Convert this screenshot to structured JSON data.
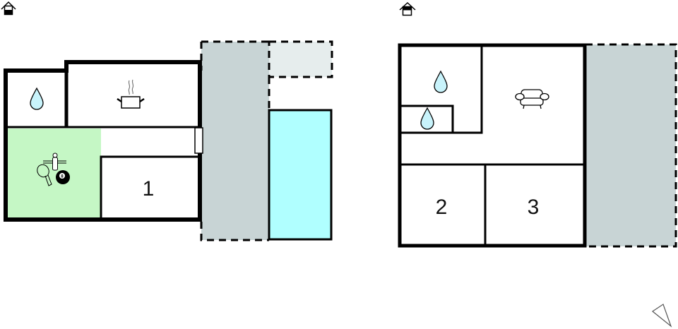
{
  "floors": [
    {
      "id": "ground-floor",
      "indicator_icon": "house-floor-ground-icon",
      "rooms": [
        {
          "name": "bathroom",
          "icon": "water-drop-icon",
          "fill": "#ffffff"
        },
        {
          "name": "kitchen",
          "icon": "cooking-pot-icon",
          "fill": "#ffffff"
        },
        {
          "name": "activity-room",
          "icon": "games-icon",
          "fill": "#c5f7c5"
        },
        {
          "name": "bedroom",
          "label": "1",
          "fill": "#ffffff"
        },
        {
          "name": "terrace",
          "fill": "#c8d4d5",
          "outline": "dashed"
        },
        {
          "name": "outdoor-area",
          "fill": "#e6eded",
          "outline": "dashed"
        },
        {
          "name": "pool",
          "fill": "#b0ffff"
        }
      ]
    },
    {
      "id": "upper-floor",
      "indicator_icon": "house-floor-upper-icon",
      "rooms": [
        {
          "name": "bathroom-large",
          "icon": "water-drop-icon",
          "fill": "#ffffff"
        },
        {
          "name": "bathroom-small",
          "icon": "water-drop-icon",
          "fill": "#ffffff"
        },
        {
          "name": "living-room",
          "icon": "sofa-icon",
          "fill": "#ffffff"
        },
        {
          "name": "bedroom",
          "label": "2",
          "fill": "#ffffff"
        },
        {
          "name": "bedroom",
          "label": "3",
          "fill": "#ffffff"
        },
        {
          "name": "terrace",
          "fill": "#c8d4d5",
          "outline": "dashed"
        }
      ]
    }
  ],
  "labels": {
    "bedroom_1": "1",
    "bedroom_2": "2",
    "bedroom_3": "3"
  },
  "compass": {
    "icon": "north-arrow-icon"
  },
  "colors": {
    "wall": "#000000",
    "terrace": "#c8d4d5",
    "outdoor_light": "#e6eded",
    "pool": "#b0ffff",
    "activity": "#c5f7c5",
    "water_drop": "#c8f3fb"
  }
}
